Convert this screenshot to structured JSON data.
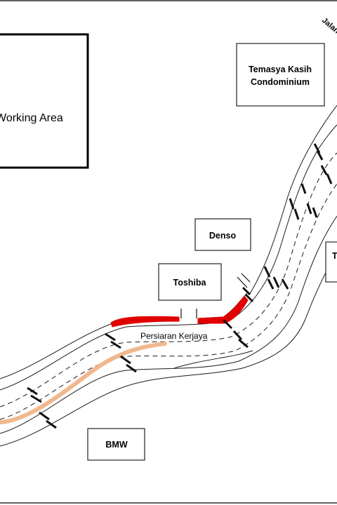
{
  "labels": {
    "working_area": "Working Area",
    "temasya_line1": "Temasya Kasih",
    "temasya_line2": "Condominium",
    "jalan_partial": "Jalan",
    "denso": "Denso",
    "toshiba": "Toshiba",
    "t_partial": "T",
    "street": "Persiaran Kerjaya",
    "bmw": "BMW"
  },
  "colors": {
    "road_line": "#1a1a1a",
    "highlight_red": "#e00000",
    "highlight_orange": "#f0b88e",
    "box_border": "#222222",
    "frame_border": "#000000"
  }
}
